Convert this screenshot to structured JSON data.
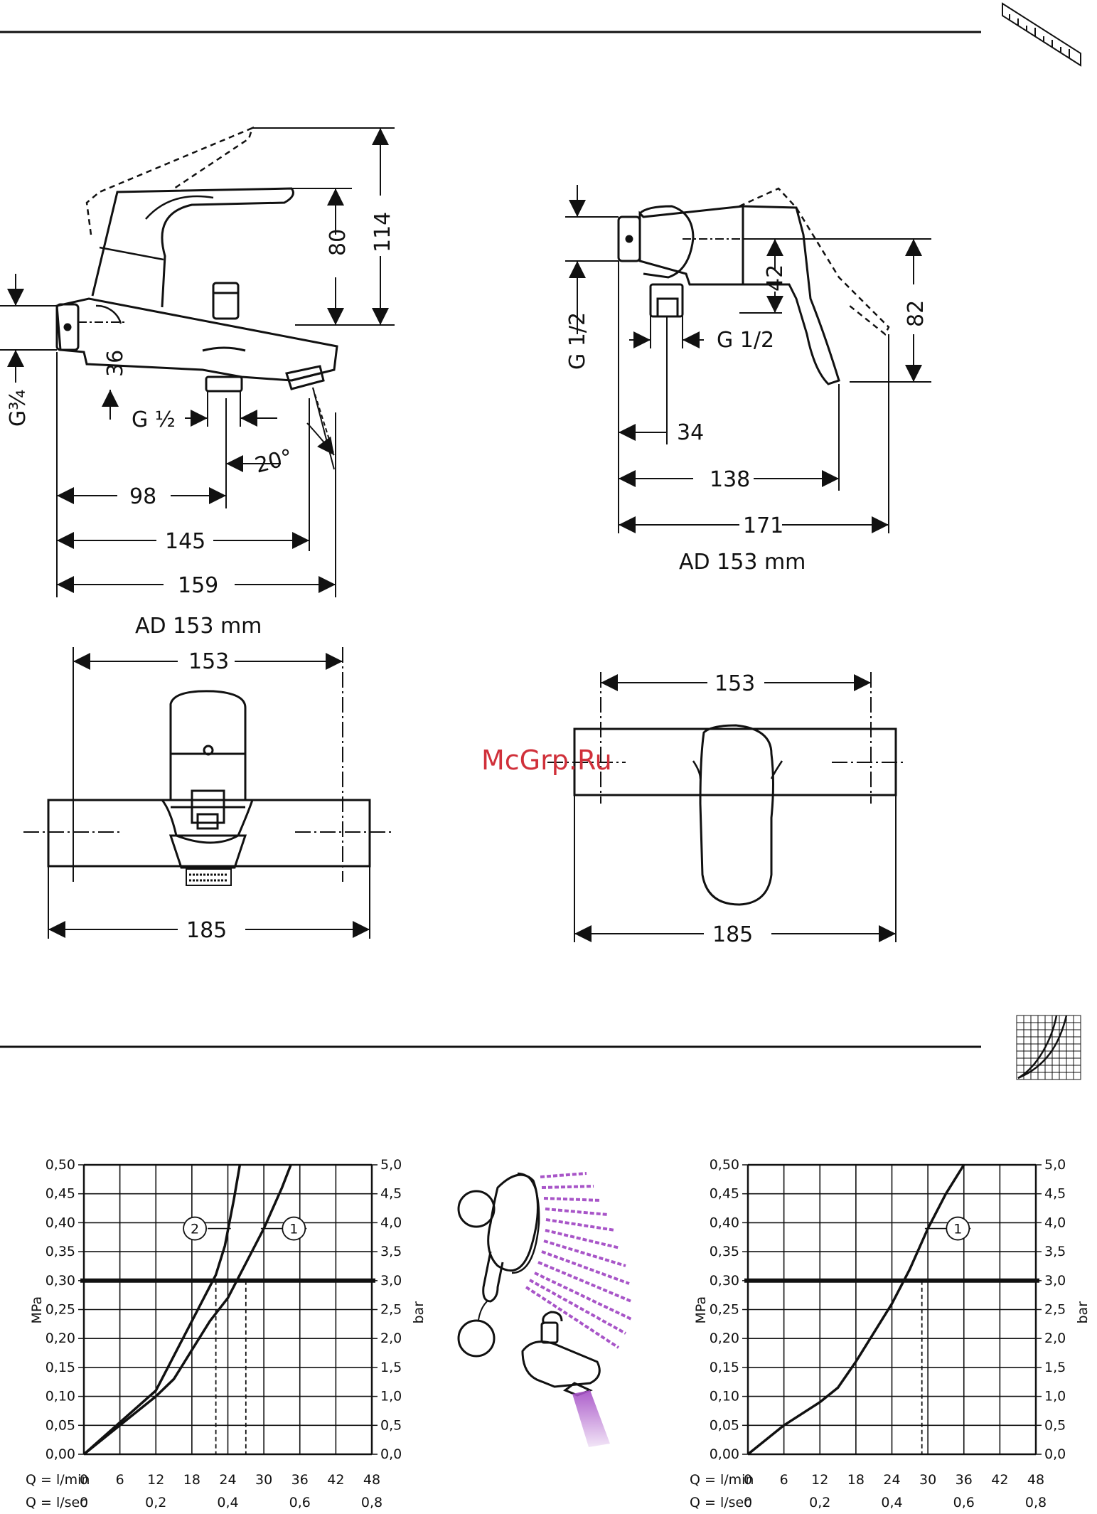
{
  "watermark": "McGrp.Ru",
  "top_view": {
    "bath": {
      "labels": {
        "h80": "80",
        "h114": "114",
        "d36": "36",
        "g34": "G¾",
        "g12": "G ½",
        "a20": "20°",
        "w98": "98",
        "w145": "145",
        "w159": "159",
        "ad": "AD 153 mm"
      }
    },
    "shower": {
      "labels": {
        "g12v": "G 1/2",
        "g12h": "G 1/2",
        "h42": "42",
        "h82": "82",
        "w34": "34",
        "w138": "138",
        "w171": "171",
        "ad": "AD 153 mm"
      }
    }
  },
  "front_view": {
    "bath": {
      "labels": {
        "w153": "153",
        "w185": "185"
      }
    },
    "shower": {
      "labels": {
        "w153": "153",
        "w185": "185"
      }
    }
  },
  "chart_data": [
    {
      "type": "line",
      "y_left_label": "MPa",
      "y_right_label": "bar",
      "y_left_ticks": [
        "0,00",
        "0,05",
        "0,10",
        "0,15",
        "0,20",
        "0,25",
        "0,30",
        "0,35",
        "0,40",
        "0,45",
        "0,50"
      ],
      "y_right_ticks": [
        "0,0",
        "0,5",
        "1,0",
        "1,5",
        "2,0",
        "2,5",
        "3,0",
        "3,5",
        "4,0",
        "4,5",
        "5,0"
      ],
      "x_lmin_label": "Q = l/min",
      "x_lmin_ticks": [
        "0",
        "6",
        "12",
        "18",
        "24",
        "30",
        "36",
        "42",
        "48"
      ],
      "x_lsec_label": "Q = l/sec",
      "x_lsec_ticks": [
        "0",
        "0,2",
        "0,4",
        "0,6",
        "0,8"
      ],
      "xlim": [
        0,
        48
      ],
      "ylim": [
        0,
        0.5
      ],
      "reference_pressure": 0.3,
      "series": [
        {
          "name": "1",
          "x": [
            0,
            6,
            12,
            15,
            18,
            21,
            24,
            27,
            30,
            33,
            34.5
          ],
          "y": [
            0,
            0.05,
            0.1,
            0.13,
            0.18,
            0.23,
            0.27,
            0.33,
            0.39,
            0.46,
            0.5
          ]
        },
        {
          "name": "2",
          "x": [
            0,
            6,
            12,
            14,
            16,
            18,
            20,
            22,
            23.5,
            25,
            26
          ],
          "y": [
            0,
            0.055,
            0.11,
            0.15,
            0.19,
            0.23,
            0.27,
            0.31,
            0.36,
            0.44,
            0.5
          ]
        }
      ],
      "readoffs": [
        22,
        27
      ]
    },
    {
      "type": "line",
      "y_left_label": "MPa",
      "y_right_label": "bar",
      "y_left_ticks": [
        "0,00",
        "0,05",
        "0,10",
        "0,15",
        "0,20",
        "0,25",
        "0,30",
        "0,35",
        "0,40",
        "0,45",
        "0,50"
      ],
      "y_right_ticks": [
        "0,0",
        "0,5",
        "1,0",
        "1,5",
        "2,0",
        "2,5",
        "3,0",
        "3,5",
        "4,0",
        "4,5",
        "5,0"
      ],
      "x_lmin_label": "Q = l/min",
      "x_lmin_ticks": [
        "0",
        "6",
        "12",
        "18",
        "24",
        "30",
        "36",
        "42",
        "48"
      ],
      "x_lsec_label": "Q = l/sec",
      "x_lsec_ticks": [
        "0",
        "0,2",
        "0,4",
        "0,6",
        "0,8"
      ],
      "xlim": [
        0,
        48
      ],
      "ylim": [
        0,
        0.5
      ],
      "reference_pressure": 0.3,
      "series": [
        {
          "name": "1",
          "x": [
            0,
            6,
            12,
            15,
            18,
            21,
            24,
            27,
            30,
            33,
            36
          ],
          "y": [
            0,
            0.05,
            0.09,
            0.115,
            0.16,
            0.21,
            0.26,
            0.32,
            0.39,
            0.45,
            0.5
          ]
        }
      ],
      "readoffs": [
        29
      ]
    }
  ],
  "pictograms": {
    "shower": "shower-head-icon",
    "spout": "bath-spout-icon"
  },
  "colors": {
    "spray": "#a855c8",
    "watermark": "#d0303a",
    "ink": "#111111"
  }
}
